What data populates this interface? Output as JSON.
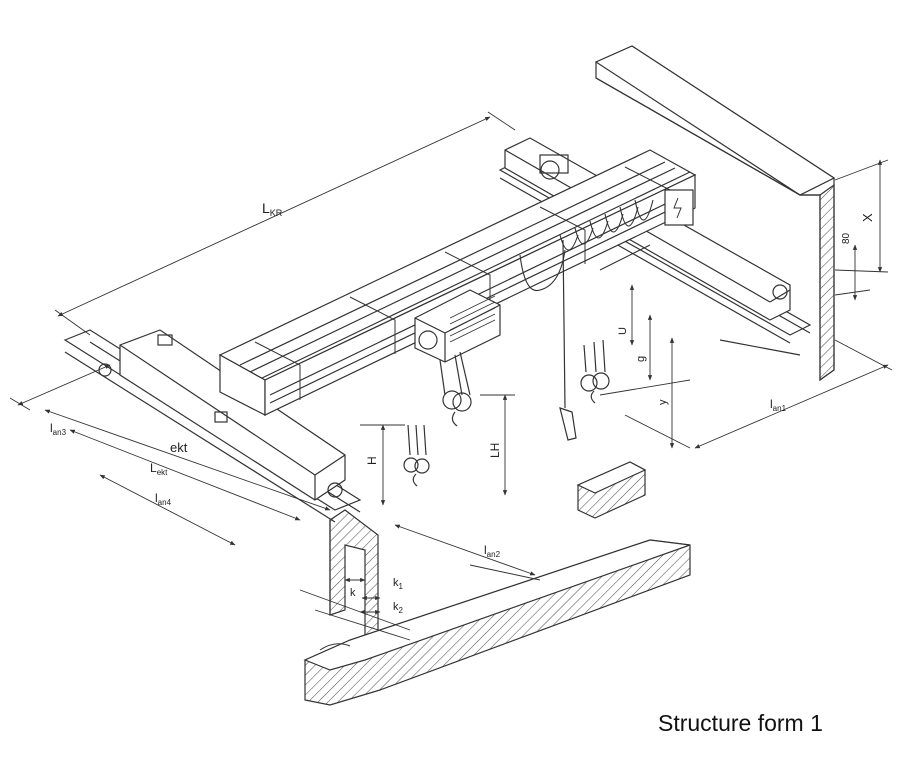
{
  "caption": "Structure form 1",
  "labels": {
    "lkr_main": "L",
    "lkr_sub": "KR",
    "x": "X",
    "d80": "80",
    "u": "U",
    "g": "g",
    "y": "y",
    "lan1_main": "l",
    "lan1_sub": "an1",
    "lan2_main": "l",
    "lan2_sub": "an2",
    "lan3_main": "l",
    "lan3_sub": "an3",
    "lan4_main": "l",
    "lan4_sub": "an4",
    "ekt": "ekt",
    "lekt_main": "L",
    "lekt_sub": "ekt",
    "h": "H",
    "lh": "LH",
    "k": "k",
    "k1_main": "k",
    "k1_sub": "1",
    "k2_main": "k",
    "k2_sub": "2"
  },
  "colors": {
    "line": "#333333",
    "hatch": "#555555",
    "background": "#ffffff"
  }
}
